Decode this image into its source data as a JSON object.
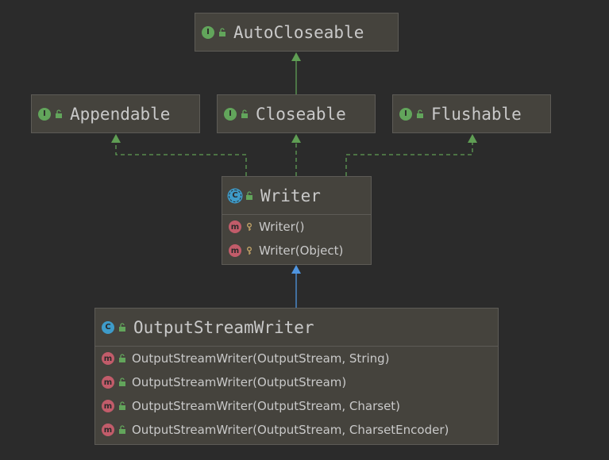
{
  "nodes": {
    "autocloseable": {
      "kind": "interface",
      "badge": "I",
      "name": "AutoCloseable",
      "visibility": "public"
    },
    "appendable": {
      "kind": "interface",
      "badge": "I",
      "name": "Appendable",
      "visibility": "public"
    },
    "closeable": {
      "kind": "interface",
      "badge": "I",
      "name": "Closeable",
      "visibility": "public"
    },
    "flushable": {
      "kind": "interface",
      "badge": "I",
      "name": "Flushable",
      "visibility": "public"
    },
    "writer": {
      "kind": "abstract-class",
      "badge": "C",
      "name": "Writer",
      "visibility": "public",
      "members": [
        {
          "badge": "m",
          "visibility": "protected",
          "label": "Writer()"
        },
        {
          "badge": "m",
          "visibility": "protected",
          "label": "Writer(Object)"
        }
      ]
    },
    "outputstreamwriter": {
      "kind": "class",
      "badge": "C",
      "name": "OutputStreamWriter",
      "visibility": "public",
      "members": [
        {
          "badge": "m",
          "visibility": "public",
          "label": "OutputStreamWriter(OutputStream, String)"
        },
        {
          "badge": "m",
          "visibility": "public",
          "label": "OutputStreamWriter(OutputStream)"
        },
        {
          "badge": "m",
          "visibility": "public",
          "label": "OutputStreamWriter(OutputStream, Charset)"
        },
        {
          "badge": "m",
          "visibility": "public",
          "label": "OutputStreamWriter(OutputStream, CharsetEncoder)"
        }
      ]
    }
  },
  "edges": [
    {
      "from": "Closeable",
      "to": "AutoCloseable",
      "type": "extends"
    },
    {
      "from": "Writer",
      "to": "Appendable",
      "type": "implements"
    },
    {
      "from": "Writer",
      "to": "Closeable",
      "type": "implements"
    },
    {
      "from": "Writer",
      "to": "Flushable",
      "type": "implements"
    },
    {
      "from": "OutputStreamWriter",
      "to": "Writer",
      "type": "extends"
    }
  ],
  "colors": {
    "background": "#2b2b2b",
    "node_fill": "#45433d",
    "node_border": "#5d5b56",
    "text": "#c9c9c9",
    "interface_badge": "#62a55b",
    "class_badge": "#3e9bc9",
    "method_badge": "#c25c6a",
    "interface_edge": "#5f9e54",
    "class_edge": "#4f95e0"
  }
}
